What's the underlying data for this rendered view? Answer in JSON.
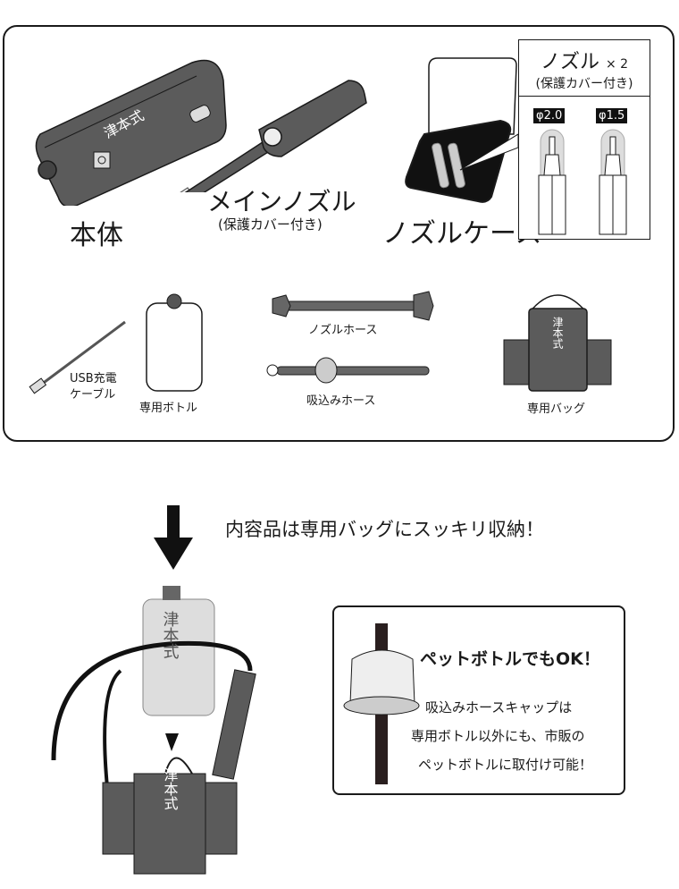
{
  "contents_panel": {
    "items": {
      "main_unit": "本体",
      "main_nozzle": "メインノズル",
      "main_nozzle_note": "(保護カバー付き)",
      "nozzle_case": "ノズルケース",
      "usb_cable_line1": "USB充電",
      "usb_cable_line2": "ケーブル",
      "bottle": "専用ボトル",
      "nozzle_hose": "ノズルホース",
      "suction_hose": "吸込みホース",
      "bag": "専用バッグ"
    },
    "nozzle_callout": {
      "title": "ノズル",
      "count": "× 2",
      "note": "(保護カバー付き)",
      "sizes": [
        "φ2.0",
        "φ1.5"
      ]
    },
    "brand_mark": "津本式"
  },
  "storage": {
    "headline": "内容品は専用バッグにスッキリ収納！"
  },
  "pet_bottle_box": {
    "title": "ペットボトルでもOK！",
    "lines": [
      "吸込みホースキャップは",
      "専用ボトル以外にも、市販の",
      "ペットボトルに取付け可能！"
    ]
  },
  "colors": {
    "ink": "#1a1a1a",
    "product_gray": "#5b5b5b",
    "bg": "#ffffff"
  }
}
